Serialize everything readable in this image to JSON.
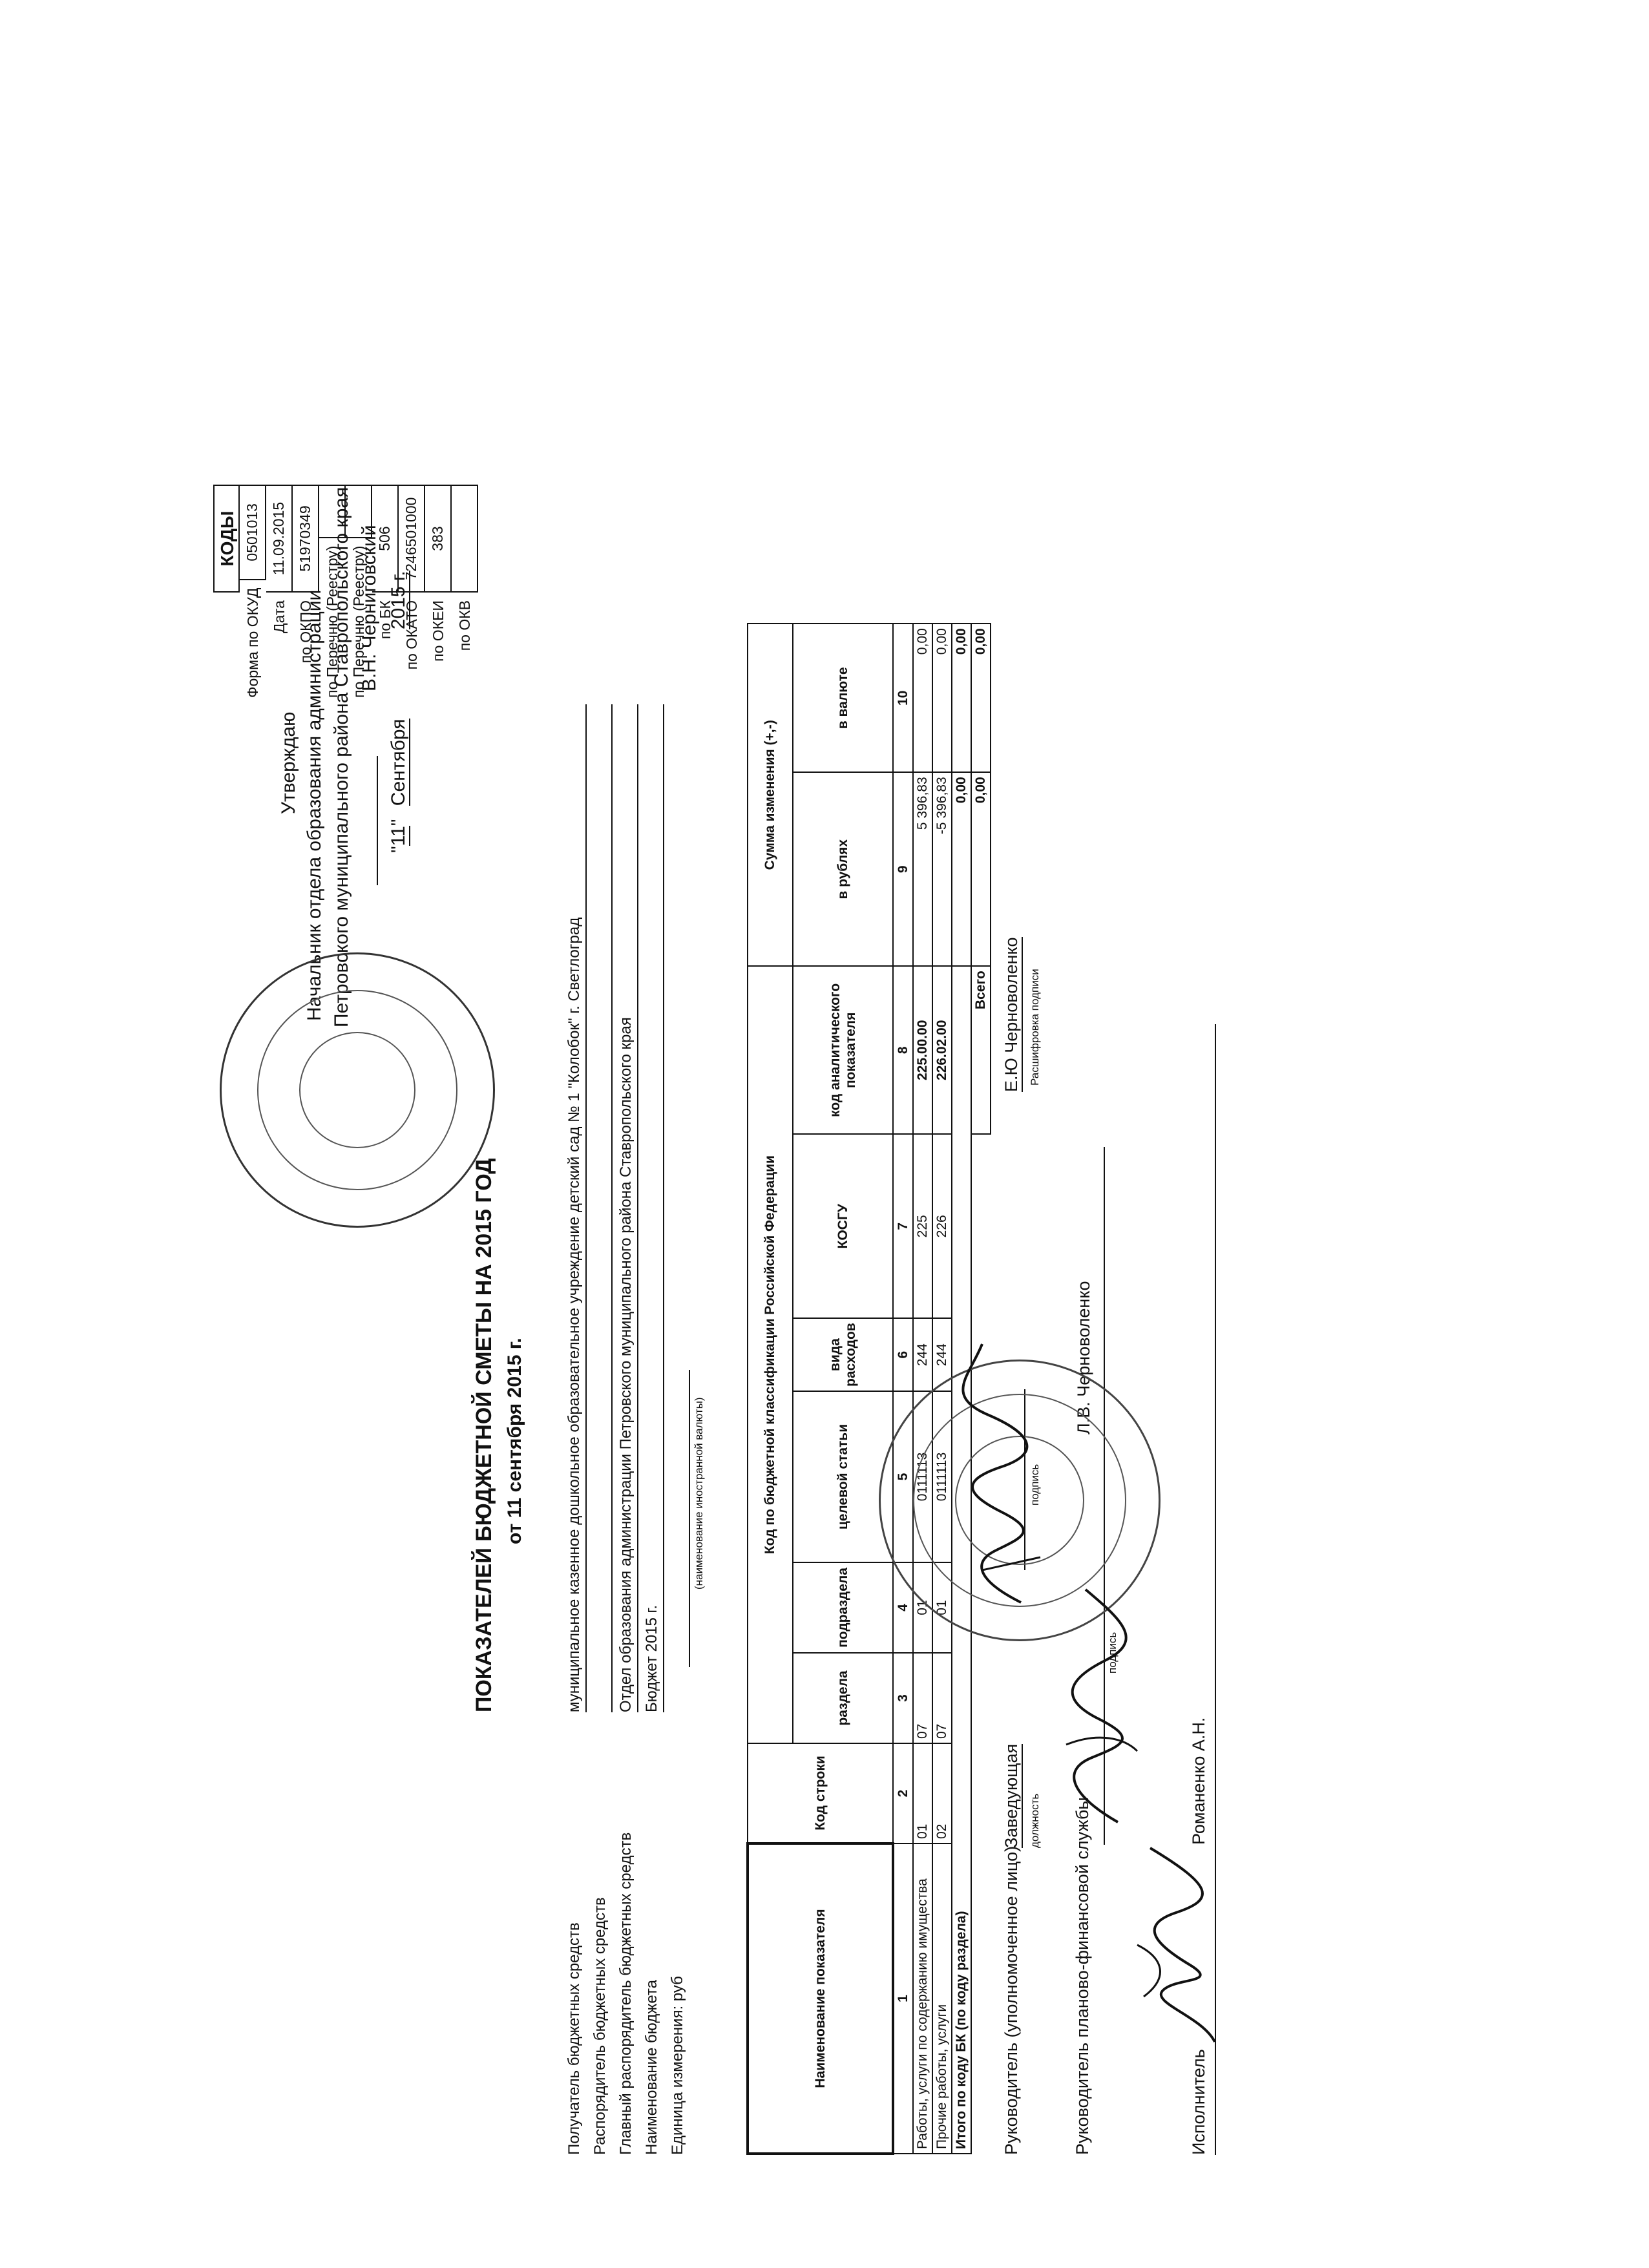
{
  "approve": {
    "approve_word": "Утверждаю",
    "position_line1": "Начальник отдела образования администрации",
    "position_line2": "Петровского муниципального района Ставропольского края",
    "signer": "В.Н. Черниговский",
    "date_quote_open": "\"",
    "date_day": "11",
    "date_quote_close": "\"",
    "date_month": "Сентября",
    "date_year": "2015 г."
  },
  "title": {
    "main": "ПОКАЗАТЕЛЕЙ БЮДЖЕТНОЙ СМЕТЫ НА 2015 ГОД",
    "sub": "от 11 сентября 2015 г."
  },
  "codes": {
    "header": "КОДЫ",
    "rows": [
      {
        "label": "Форма по ОКУД",
        "value": "0501013"
      },
      {
        "label": "Дата",
        "value": "11.09.2015"
      },
      {
        "label": "по ОКПО",
        "value": "51970349"
      },
      {
        "label": "по Перечню (Реестру)",
        "value": ""
      },
      {
        "label": "по Перечню (Реестру)",
        "value": ""
      },
      {
        "label": "по БК",
        "value": "506"
      },
      {
        "label": "по ОКАТО",
        "value": "7246501000"
      },
      {
        "label": "по ОКЕИ",
        "value": "383"
      },
      {
        "label": "по ОКВ",
        "value": ""
      }
    ]
  },
  "info": {
    "recipient_label": "Получатель бюджетных средств",
    "recipient_value": "муниципальное казенное дошкольное образовательное учреждение детский сад № 1 \"Колобок\" г. Светлоград",
    "manager_label": "Распорядитель бюджетных средств",
    "manager_value": "",
    "chief_label": "Главный распорядитель бюджетных средств",
    "chief_value": "Отдел образования администрации Петровского муниципального района Ставропольского края",
    "budget_label": "Наименование бюджета",
    "budget_value": "Бюджет 2015 г.",
    "unit_label": "Единица измерения: руб",
    "currency_caption": "(наименование иностранной валюты)"
  },
  "table": {
    "h_name": "Наименование показателя",
    "h_row_code": "Код строки",
    "h_bk": "Код по бюджетной классификации Российской Федерации",
    "h_section": "раздела",
    "h_subsection": "подраздела",
    "h_target": "целевой статьи",
    "h_expense": "вида расходов",
    "h_kosgu": "КОСГУ",
    "h_analytic": "код аналитического показателя",
    "h_change": "Сумма изменения (+,-)",
    "h_rub": "в рублях",
    "h_cur": "в валюте",
    "index": [
      "1",
      "2",
      "3",
      "4",
      "5",
      "6",
      "7",
      "8",
      "9",
      "10"
    ],
    "rows": [
      {
        "name": "Работы, услуги по содержанию имущества",
        "code": "01",
        "section": "07",
        "subsection": "01",
        "target": "0111113",
        "expense": "244",
        "kosgu": "225",
        "analytic": "225.00.00",
        "rub": "5 396,83",
        "cur": "0,00"
      },
      {
        "name": "Прочие работы, услуги",
        "code": "02",
        "section": "07",
        "subsection": "01",
        "target": "0111113",
        "expense": "244",
        "kosgu": "226",
        "analytic": "226.02.00",
        "rub": "-5 396,83",
        "cur": "0,00"
      }
    ],
    "subtotal": {
      "name": "Итого по коду БК (по коду раздела)",
      "rub": "0,00",
      "cur": "0,00"
    },
    "total": {
      "label": "Всего",
      "rub": "0,00",
      "cur": "0,00"
    }
  },
  "signatures": {
    "head_label": "Руководитель (уполномоченное лицо)",
    "head_position": "Заведующая",
    "position_caption": "должность",
    "sign_caption": "подпись",
    "head_name": "Е.Ю Черноволенко",
    "decode_caption": "Расшифровка подписи",
    "fin_label": "Руководитель планово-финансовой службы",
    "fin_name": "Л.В. Черноволенко",
    "fin_sign_caption": "подпись",
    "exec_label": "Исполнитель",
    "exec_name": "Романенко А.Н."
  }
}
